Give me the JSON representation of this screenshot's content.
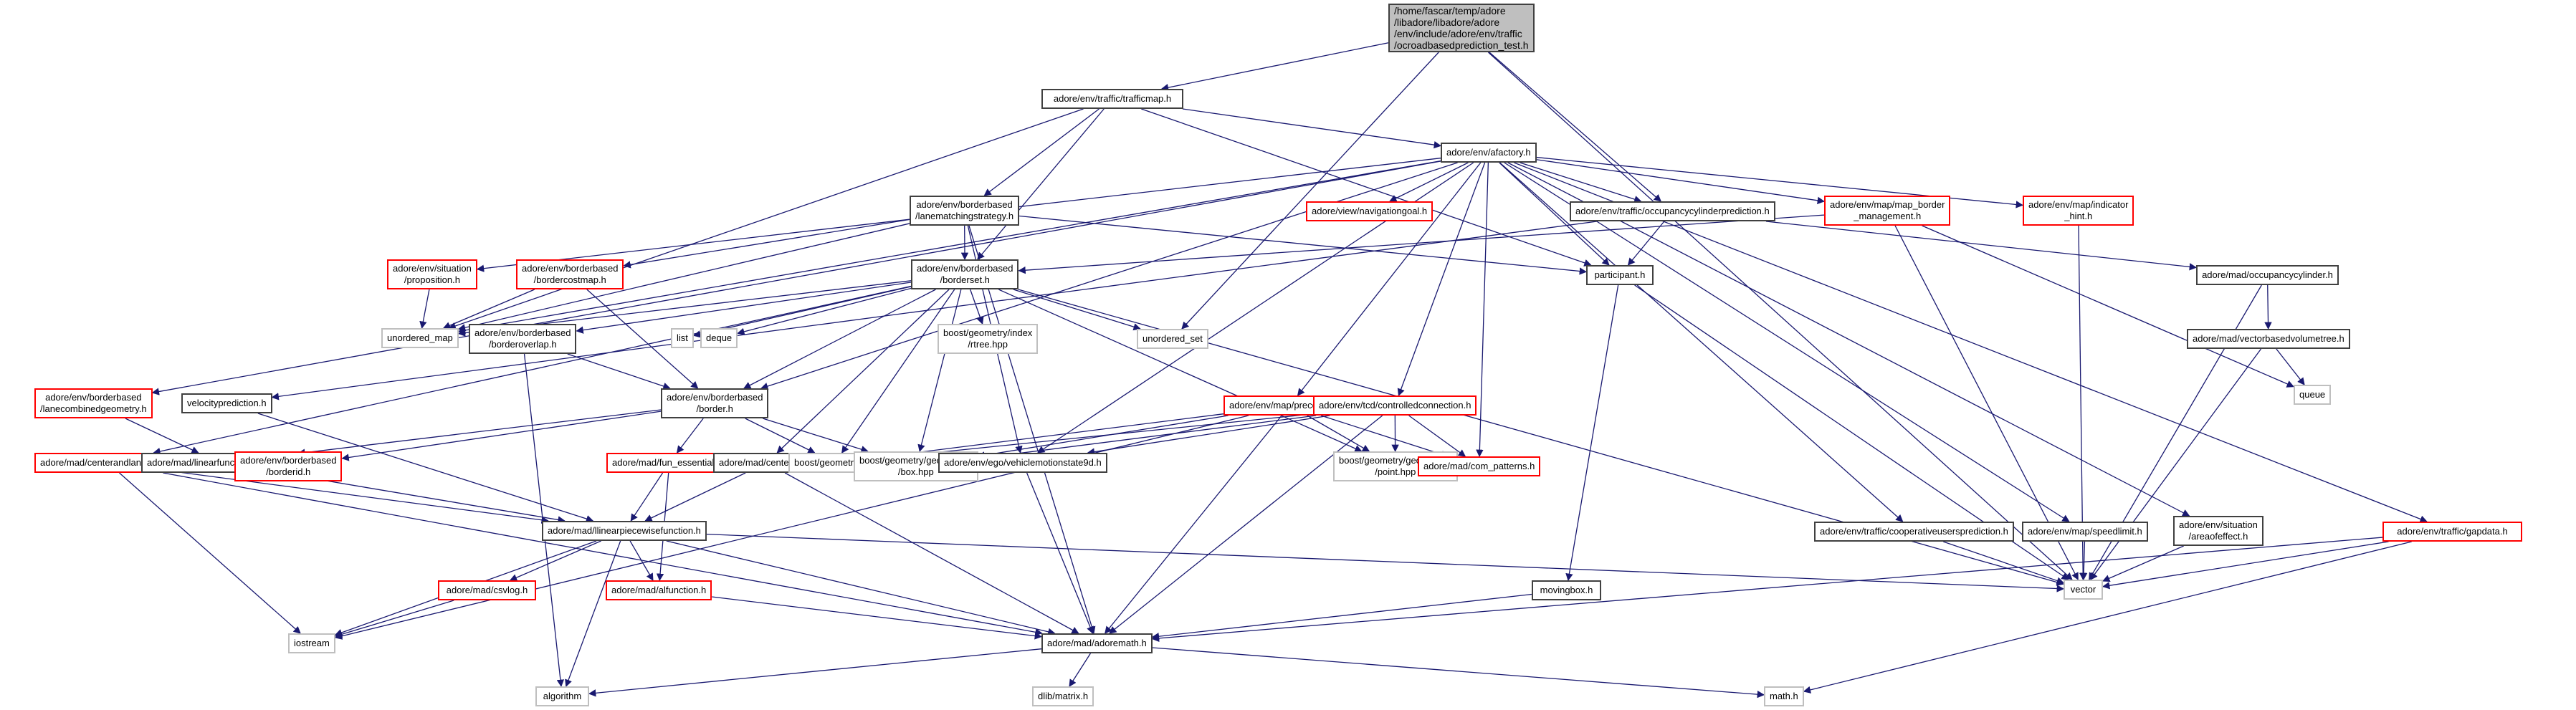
{
  "title": "Include dependency graph for ocroadbasedprediction_test.h",
  "colors": {
    "edge": "#191970",
    "root_fill": "#bfbfbf",
    "normal_border": "#404040",
    "truncated_border": "#ff0000",
    "system_border": "#bfbfbf"
  },
  "nodes": [
    {
      "id": "root",
      "label": "/home/fascar/temp/adore\n/libadore/libadore/adore\n/env/include/adore/env/traffic\n/ocroadbasedprediction_test.h",
      "kind": "root"
    },
    {
      "id": "trafficmap",
      "label": "adore/env/traffic/trafficmap.h",
      "kind": "normal"
    },
    {
      "id": "afactory",
      "label": "adore/env/afactory.h",
      "kind": "normal"
    },
    {
      "id": "lanematching",
      "label": "adore/env/borderbased\n/lanematchingstrategy.h",
      "kind": "normal"
    },
    {
      "id": "navgoal",
      "label": "adore/view/navigationgoal.h",
      "kind": "red"
    },
    {
      "id": "occpred",
      "label": "adore/env/traffic/occupancycylinderprediction.h",
      "kind": "normal"
    },
    {
      "id": "mapborder",
      "label": "adore/env/map/map_border\n_management.h",
      "kind": "red"
    },
    {
      "id": "indicator",
      "label": "adore/env/map/indicator\n_hint.h",
      "kind": "red"
    },
    {
      "id": "proposition",
      "label": "adore/env/situation\n/proposition.h",
      "kind": "red"
    },
    {
      "id": "bordercostmap",
      "label": "adore/env/borderbased\n/bordercostmap.h",
      "kind": "red"
    },
    {
      "id": "borderset",
      "label": "adore/env/borderbased\n/borderset.h",
      "kind": "normal"
    },
    {
      "id": "participant",
      "label": "participant.h",
      "kind": "normal"
    },
    {
      "id": "occcyl",
      "label": "adore/mad/occupancycylinder.h",
      "kind": "normal"
    },
    {
      "id": "unordered_map",
      "label": "unordered_map",
      "kind": "sys"
    },
    {
      "id": "borderoverlap",
      "label": "adore/env/borderbased\n/borderoverlap.h",
      "kind": "normal"
    },
    {
      "id": "list",
      "label": "list",
      "kind": "sys"
    },
    {
      "id": "deque",
      "label": "deque",
      "kind": "sys"
    },
    {
      "id": "rtree",
      "label": "boost/geometry/index\n/rtree.hpp",
      "kind": "sys"
    },
    {
      "id": "unordered_set",
      "label": "unordered_set",
      "kind": "sys"
    },
    {
      "id": "vbvt",
      "label": "adore/mad/vectorbasedvolumetree.h",
      "kind": "normal"
    },
    {
      "id": "lanecombined",
      "label": "adore/env/borderbased\n/lanecombinedgeometry.h",
      "kind": "red"
    },
    {
      "id": "velpred",
      "label": "velocityprediction.h",
      "kind": "normal"
    },
    {
      "id": "border",
      "label": "adore/env/borderbased\n/border.h",
      "kind": "normal"
    },
    {
      "id": "queue",
      "label": "queue",
      "kind": "sys"
    },
    {
      "id": "precedence",
      "label": "adore/env/map/precedence.h",
      "kind": "red"
    },
    {
      "id": "controlledconn",
      "label": "adore/env/tcd/controlledconnection.h",
      "kind": "red"
    },
    {
      "id": "centerlanewidth",
      "label": "adore/mad/centerandlanewidth.h",
      "kind": "red"
    },
    {
      "id": "linfunctypedefs",
      "label": "adore/mad/linearfunctiontypedefs.h",
      "kind": "normal"
    },
    {
      "id": "borderid",
      "label": "adore/env/borderbased\n/borderid.h",
      "kind": "red"
    },
    {
      "id": "funess",
      "label": "adore/mad/fun_essentials.h",
      "kind": "red"
    },
    {
      "id": "centerline",
      "label": "adore/mad/centerline.h",
      "kind": "normal"
    },
    {
      "id": "boostgeom",
      "label": "boost/geometry.hpp",
      "kind": "sys"
    },
    {
      "id": "box",
      "label": "boost/geometry/geometries\n/box.hpp",
      "kind": "sys"
    },
    {
      "id": "vms9d",
      "label": "adore/env/ego/vehiclemotionstate9d.h",
      "kind": "normal"
    },
    {
      "id": "point",
      "label": "boost/geometry/geometries\n/point.hpp",
      "kind": "sys"
    },
    {
      "id": "compatterns",
      "label": "adore/mad/com_patterns.h",
      "kind": "red"
    },
    {
      "id": "coopusers",
      "label": "adore/env/traffic/cooperativeusersprediction.h",
      "kind": "normal"
    },
    {
      "id": "speedlimit",
      "label": "adore/env/map/speedlimit.h",
      "kind": "normal"
    },
    {
      "id": "areaofeffect",
      "label": "adore/env/situation\n/areaofeffect.h",
      "kind": "normal"
    },
    {
      "id": "gapdata",
      "label": "adore/env/traffic/gapdata.h",
      "kind": "red"
    },
    {
      "id": "llinpiecewise",
      "label": "adore/mad/llinearpiecewisefunction.h",
      "kind": "normal"
    },
    {
      "id": "csvlog",
      "label": "adore/mad/csvlog.h",
      "kind": "red"
    },
    {
      "id": "alfunction",
      "label": "adore/mad/alfunction.h",
      "kind": "red"
    },
    {
      "id": "movingbox",
      "label": "movingbox.h",
      "kind": "normal"
    },
    {
      "id": "vector",
      "label": "vector",
      "kind": "sys"
    },
    {
      "id": "iostream",
      "label": "iostream",
      "kind": "sys"
    },
    {
      "id": "adoremath",
      "label": "adore/mad/adoremath.h",
      "kind": "normal"
    },
    {
      "id": "algorithm",
      "label": "algorithm",
      "kind": "sys"
    },
    {
      "id": "dlibmatrix",
      "label": "dlib/matrix.h",
      "kind": "sys"
    },
    {
      "id": "mathh",
      "label": "math.h",
      "kind": "sys"
    }
  ],
  "edges": [
    [
      "root",
      "trafficmap"
    ],
    [
      "root",
      "occpred"
    ],
    [
      "root",
      "unordered_set"
    ],
    [
      "root",
      "vector"
    ],
    [
      "trafficmap",
      "afactory"
    ],
    [
      "trafficmap",
      "lanematching"
    ],
    [
      "trafficmap",
      "borderset"
    ],
    [
      "trafficmap",
      "participant"
    ],
    [
      "trafficmap",
      "unordered_map"
    ],
    [
      "afactory",
      "navgoal"
    ],
    [
      "afactory",
      "occpred"
    ],
    [
      "afactory",
      "mapborder"
    ],
    [
      "afactory",
      "indicator"
    ],
    [
      "afactory",
      "gapdata"
    ],
    [
      "afactory",
      "coopusers"
    ],
    [
      "afactory",
      "speedlimit"
    ],
    [
      "afactory",
      "areaofeffect"
    ],
    [
      "afactory",
      "precedence"
    ],
    [
      "afactory",
      "controlledconn"
    ],
    [
      "afactory",
      "participant"
    ],
    [
      "afactory",
      "lanecombined"
    ],
    [
      "afactory",
      "proposition"
    ],
    [
      "afactory",
      "border"
    ],
    [
      "afactory",
      "vms9d"
    ],
    [
      "afactory",
      "compatterns"
    ],
    [
      "afactory",
      "unordered_map"
    ],
    [
      "lanematching",
      "borderset"
    ],
    [
      "lanematching",
      "bordercostmap"
    ],
    [
      "lanematching",
      "participant"
    ],
    [
      "lanematching",
      "unordered_map"
    ],
    [
      "lanematching",
      "vms9d"
    ],
    [
      "lanematching",
      "adoremath"
    ],
    [
      "occpred",
      "participant"
    ],
    [
      "occpred",
      "occcyl"
    ],
    [
      "occpred",
      "velpred"
    ],
    [
      "mapborder",
      "borderset"
    ],
    [
      "mapborder",
      "queue"
    ],
    [
      "mapborder",
      "vector"
    ],
    [
      "indicator",
      "vector"
    ],
    [
      "proposition",
      "unordered_map"
    ],
    [
      "bordercostmap",
      "unordered_map"
    ],
    [
      "bordercostmap",
      "border"
    ],
    [
      "borderset",
      "borderoverlap"
    ],
    [
      "borderset",
      "border"
    ],
    [
      "borderset",
      "list"
    ],
    [
      "borderset",
      "deque"
    ],
    [
      "borderset",
      "rtree"
    ],
    [
      "borderset",
      "unordered_set"
    ],
    [
      "borderset",
      "unordered_map"
    ],
    [
      "borderset",
      "centerline"
    ],
    [
      "borderset",
      "boostgeom"
    ],
    [
      "borderset",
      "box"
    ],
    [
      "borderset",
      "point"
    ],
    [
      "borderset",
      "vector"
    ],
    [
      "borderset",
      "centerlanewidth"
    ],
    [
      "participant",
      "vector"
    ],
    [
      "participant",
      "movingbox"
    ],
    [
      "occcyl",
      "vbvt"
    ],
    [
      "occcyl",
      "vector"
    ],
    [
      "vbvt",
      "queue"
    ],
    [
      "vbvt",
      "vector"
    ],
    [
      "borderoverlap",
      "border"
    ],
    [
      "borderoverlap",
      "algorithm"
    ],
    [
      "lanecombined",
      "linfunctypedefs"
    ],
    [
      "velpred",
      "llinpiecewise"
    ],
    [
      "border",
      "linfunctypedefs"
    ],
    [
      "border",
      "borderid"
    ],
    [
      "border",
      "funess"
    ],
    [
      "border",
      "boostgeom"
    ],
    [
      "border",
      "box"
    ],
    [
      "precedence",
      "boostgeom"
    ],
    [
      "precedence",
      "box"
    ],
    [
      "precedence",
      "point"
    ],
    [
      "precedence",
      "compatterns"
    ],
    [
      "precedence",
      "adoremath"
    ],
    [
      "precedence",
      "iostream"
    ],
    [
      "controlledconn",
      "vms9d"
    ],
    [
      "controlledconn",
      "point"
    ],
    [
      "controlledconn",
      "compatterns"
    ],
    [
      "controlledconn",
      "boostgeom"
    ],
    [
      "controlledconn",
      "box"
    ],
    [
      "controlledconn",
      "adoremath"
    ],
    [
      "centerlanewidth",
      "llinpiecewise"
    ],
    [
      "centerlanewidth",
      "iostream"
    ],
    [
      "centerlanewidth",
      "adoremath"
    ],
    [
      "linfunctypedefs",
      "llinpiecewise"
    ],
    [
      "funess",
      "llinpiecewise"
    ],
    [
      "funess",
      "alfunction"
    ],
    [
      "centerline",
      "llinpiecewise"
    ],
    [
      "centerline",
      "adoremath"
    ],
    [
      "vms9d",
      "adoremath"
    ],
    [
      "coopusers",
      "vector"
    ],
    [
      "speedlimit",
      "vector"
    ],
    [
      "areaofeffect",
      "vector"
    ],
    [
      "gapdata",
      "vector"
    ],
    [
      "gapdata",
      "mathh"
    ],
    [
      "gapdata",
      "adoremath"
    ],
    [
      "llinpiecewise",
      "csvlog"
    ],
    [
      "llinpiecewise",
      "alfunction"
    ],
    [
      "llinpiecewise",
      "adoremath"
    ],
    [
      "llinpiecewise",
      "iostream"
    ],
    [
      "llinpiecewise",
      "algorithm"
    ],
    [
      "llinpiecewise",
      "vector"
    ],
    [
      "csvlog",
      "iostream"
    ],
    [
      "alfunction",
      "adoremath"
    ],
    [
      "movingbox",
      "adoremath"
    ],
    [
      "adoremath",
      "dlibmatrix"
    ],
    [
      "adoremath",
      "algorithm"
    ],
    [
      "adoremath",
      "mathh"
    ]
  ]
}
